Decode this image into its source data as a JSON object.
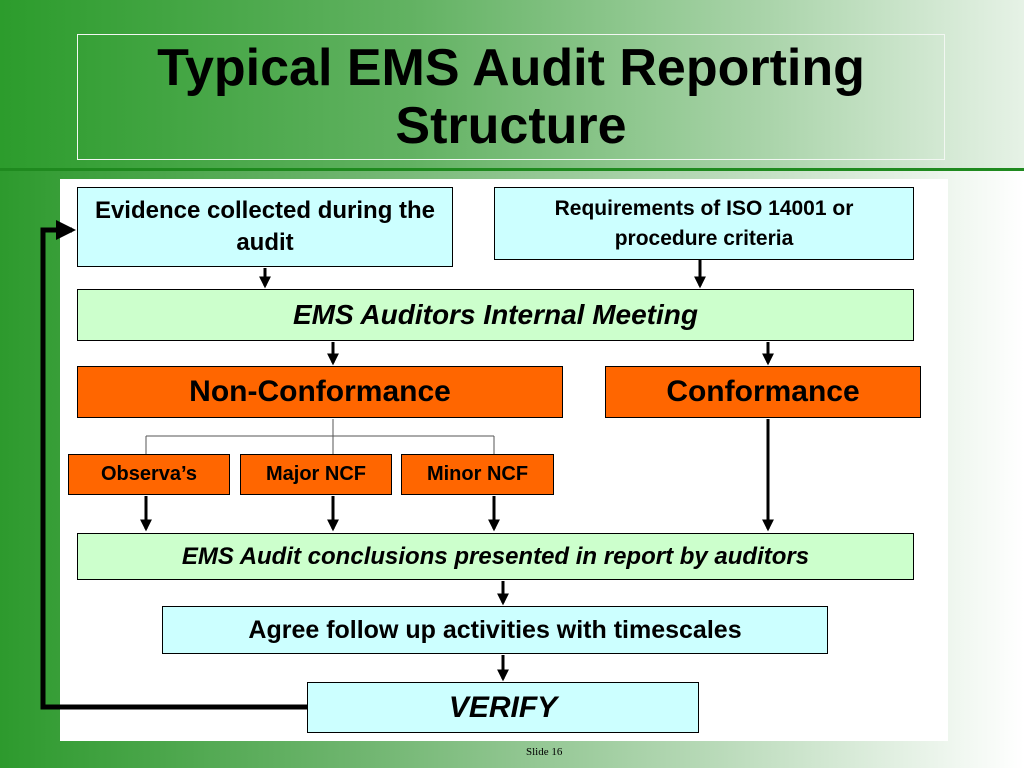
{
  "title": {
    "line1": "Typical EMS Audit Reporting",
    "line2": "Structure"
  },
  "flowchart": {
    "evidence": "Evidence collected during the audit",
    "requirements": "Requirements of ISO 14001 or procedure criteria",
    "meeting": "EMS Auditors Internal Meeting",
    "non_conformance": "Non-Conformance",
    "conformance": "Conformance",
    "observations": "Observa’s",
    "major_ncf": "Major NCF",
    "minor_ncf": "Minor NCF",
    "conclusions": "EMS Audit conclusions presented in report by auditors",
    "follow_up": "Agree follow up activities with timescales",
    "verify": "VERIFY"
  },
  "footer": {
    "slide_number": "Slide 16"
  },
  "colors": {
    "cyan_box": "#ccffff",
    "green_box": "#ccffcc",
    "orange_box": "#ff6600",
    "header_green": "#2c9c2c"
  }
}
